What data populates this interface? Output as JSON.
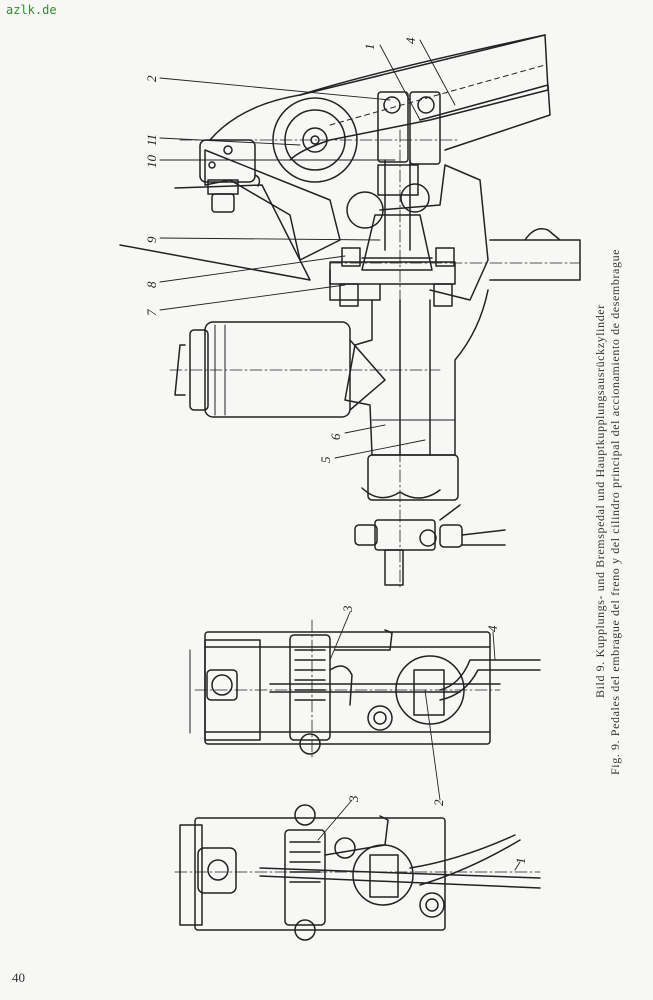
{
  "watermark": "azlk.de",
  "page_number": "40",
  "caption": {
    "de": "Bild 9. Kupplungs- und Bremspedal und Hauptkupplungsausrückzylinder",
    "es": "Fig. 9. Pedales del embrague del freno y del cilindro principal del accionamiento de desembrague"
  },
  "callouts": {
    "top": [
      "1",
      "2",
      "4",
      "5",
      "6",
      "7",
      "8",
      "9",
      "10",
      "11"
    ],
    "middle": [
      "3",
      "4"
    ],
    "bottom": [
      "1",
      "2",
      "3"
    ]
  }
}
